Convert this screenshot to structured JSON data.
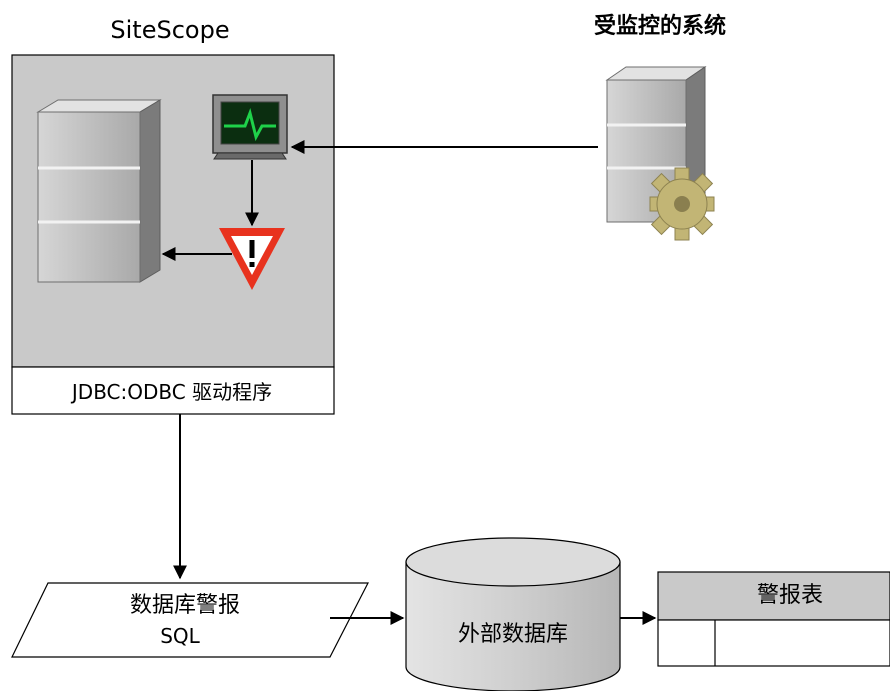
{
  "sitescope": {
    "title": "SiteScope",
    "driver_label": "JDBC:ODBC 驱动程序"
  },
  "monitored_system": {
    "title": "受监控的系统"
  },
  "sql_block": {
    "line1": "数据库警报",
    "line2": "SQL"
  },
  "external_db": {
    "label": "外部数据库"
  },
  "alert_table": {
    "label": "警报表"
  },
  "colors": {
    "panel_bg": "#c9c9c9",
    "server_light": "#c6c6c6",
    "server_dark": "#8a8a8a",
    "alert_red": "#e8321e",
    "monitor_green": "#1fd24a",
    "gear": "#c2b575"
  },
  "icons": [
    "server-icon",
    "monitor-icon",
    "alert-icon",
    "gear-icon",
    "database-icon"
  ]
}
